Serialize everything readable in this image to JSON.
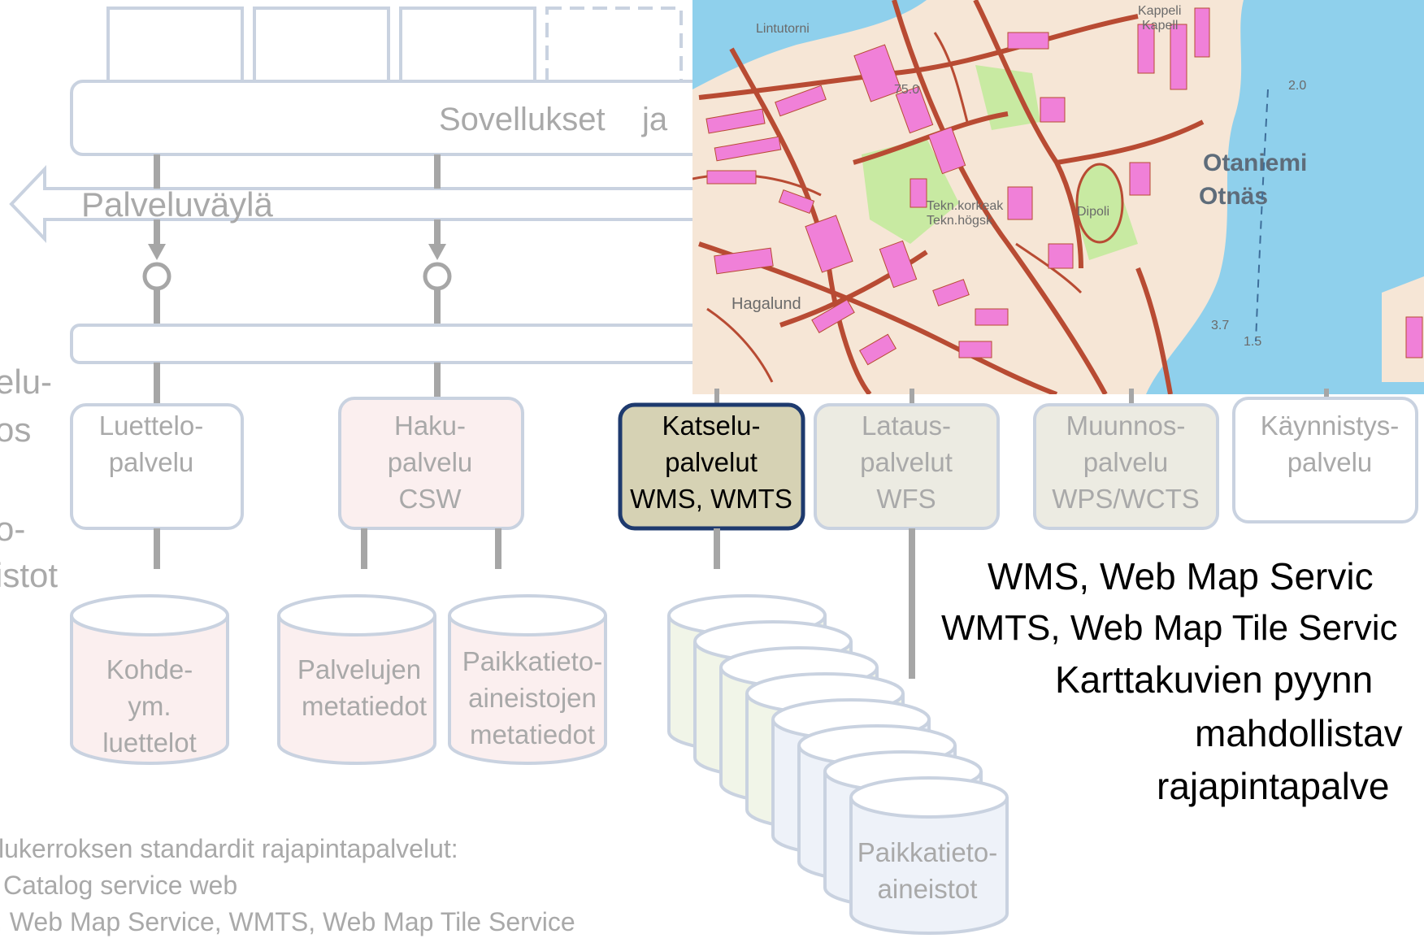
{
  "colors": {
    "box_stroke": "#c9d2e0",
    "connector": "#a6a6a6",
    "faded_text": "#a9a9a9",
    "pink_fill": "#fbefef",
    "beige_fill": "#ecebe2",
    "active_fill": "#d6d2b4",
    "active_stroke": "#1e3a6e",
    "map_water": "#8fd0ec",
    "map_land": "#f6e6d6",
    "map_road": "#b84b33",
    "map_building": "#f080d8",
    "map_park": "#c8eaa2"
  },
  "layer": {
    "apps_label": "Sovellukset",
    "apps_suffix": "ja"
  },
  "bus": {
    "label": "Palveluväylä"
  },
  "left_cut": {
    "line1": "elu-",
    "line2": "os",
    "line3": "o-",
    "line4": "istot"
  },
  "services": [
    {
      "lines": [
        "Luettelo-",
        "palvelu"
      ]
    },
    {
      "lines": [
        "Haku-",
        "palvelu",
        "CSW"
      ]
    },
    {
      "lines": [
        "Katselu-",
        "palvelut",
        "WMS, WMTS"
      ]
    },
    {
      "lines": [
        "Lataus-",
        "palvelut",
        "WFS"
      ]
    },
    {
      "lines": [
        "Muunnos-",
        "palvelu",
        "WPS/WCTS"
      ]
    },
    {
      "lines": [
        "Käynnistys-",
        "palvelu"
      ]
    }
  ],
  "databases": [
    {
      "lines": [
        "Kohde-",
        "ym.",
        "luettelot"
      ]
    },
    {
      "lines": [
        "Palvelujen",
        "metatiedot"
      ]
    },
    {
      "lines": [
        "Paikkatieto-",
        "aineistojen",
        "metatiedot"
      ]
    },
    {
      "lines": [
        "Paikkatieto-",
        "aineistot"
      ]
    }
  ],
  "callout": {
    "line1": "WMS, Web Map Servic",
    "line2": "WMTS, Web Map Tile Servic",
    "line3": "Karttakuvien pyynn",
    "line4": "mahdollistav",
    "line5": "rajapintapalve"
  },
  "footnote": {
    "line1": "lukerroksen standardit rajapintapalvelut:",
    "line2": "Catalog service web",
    "line3": ", Web Map Service, WMTS, Web Map Tile Service"
  },
  "map_labels": {
    "lintutorni": "Lintutorni",
    "kappeli": "Kappeli",
    "kapell": "Kapell",
    "otaniemi": "Otaniemi",
    "otnas": "Otnäs",
    "tekn1": "Tekn.korkeak",
    "tekn2": "Tekn.högsk",
    "dipoli": "Dipoli",
    "hagalund": "Hagalund",
    "height1": "75.0",
    "height2": "2.0",
    "depth1": "3.7",
    "depth2": "1.5"
  }
}
